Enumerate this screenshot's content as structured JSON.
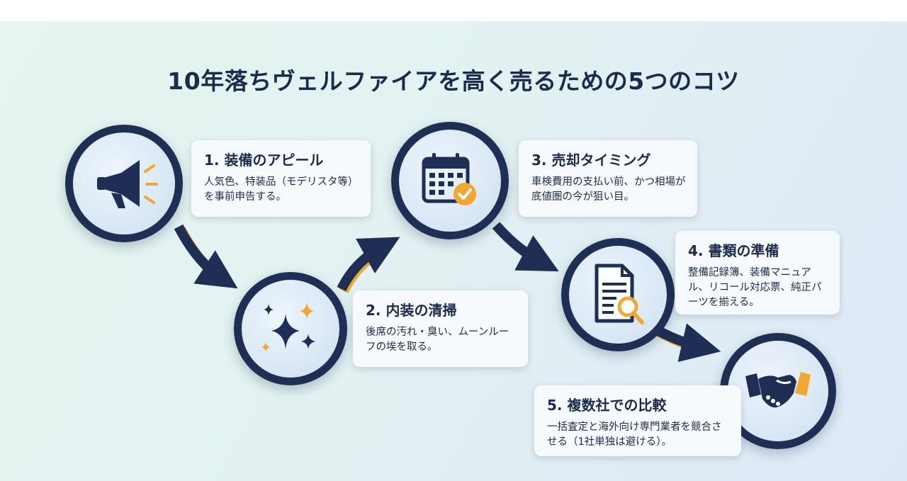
{
  "title": "10年落ちヴェルファイアを高く売るための5つのコツ",
  "colors": {
    "navy": "#1e2e55",
    "accent": "#f0a830",
    "card": "#f7fafd"
  },
  "steps": [
    {
      "heading": "1. 装備のアピール",
      "body": "人気色、特装品（モデリスタ等）を事前申告する。",
      "icon": "megaphone-icon"
    },
    {
      "heading": "2. 内装の清掃",
      "body": "後席の汚れ・臭い、ムーンルーフの埃を取る。",
      "icon": "sparkle-icon"
    },
    {
      "heading": "3. 売却タイミング",
      "body": "車検費用の支払い前、かつ相場が底値圏の今が狙い目。",
      "icon": "calendar-check-icon"
    },
    {
      "heading": "4. 書類の準備",
      "body": "整備記録簿、装備マニュアル、リコール対応票、純正パーツを揃える。",
      "icon": "document-search-icon"
    },
    {
      "heading": "5. 複数社での比較",
      "body": "一括査定と海外向け専門業者を競合させる（1社単独は避ける）。",
      "icon": "handshake-icon"
    }
  ]
}
